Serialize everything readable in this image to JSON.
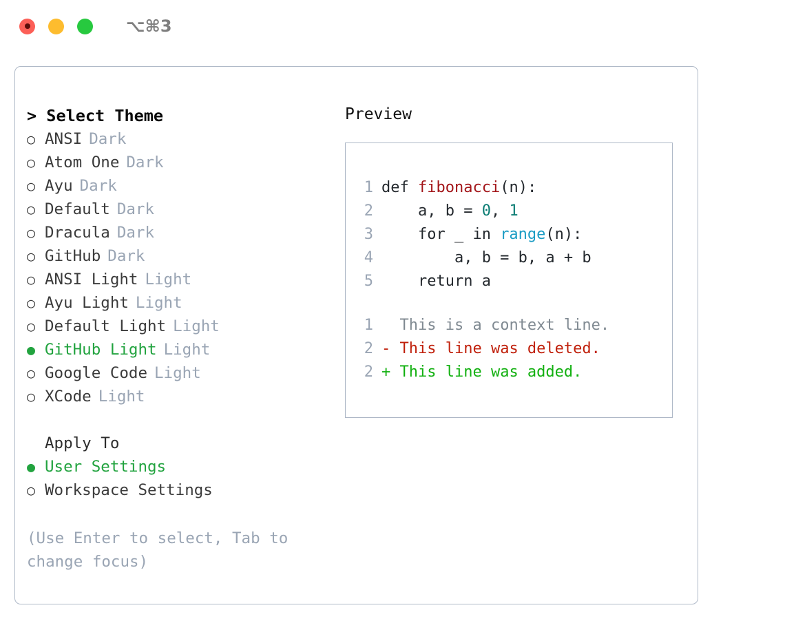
{
  "window": {
    "shortcut": "⌥⌘3",
    "traffic_lights": [
      "close-red",
      "minimize-yellow",
      "maximize-green"
    ]
  },
  "theme_list": {
    "header": "> Select Theme",
    "items": [
      {
        "bullet": "○",
        "label": "ANSI",
        "tag": "Dark",
        "selected": false
      },
      {
        "bullet": "○",
        "label": "Atom One",
        "tag": "Dark",
        "selected": false
      },
      {
        "bullet": "○",
        "label": "Ayu",
        "tag": "Dark",
        "selected": false
      },
      {
        "bullet": "○",
        "label": "Default",
        "tag": "Dark",
        "selected": false
      },
      {
        "bullet": "○",
        "label": "Dracula",
        "tag": "Dark",
        "selected": false
      },
      {
        "bullet": "○",
        "label": "GitHub",
        "tag": "Dark",
        "selected": false
      },
      {
        "bullet": "○",
        "label": "ANSI Light",
        "tag": "Light",
        "selected": false
      },
      {
        "bullet": "○",
        "label": "Ayu Light",
        "tag": "Light",
        "selected": false
      },
      {
        "bullet": "○",
        "label": "Default Light",
        "tag": "Light",
        "selected": false
      },
      {
        "bullet": "●",
        "label": "GitHub Light",
        "tag": "Light",
        "selected": true
      },
      {
        "bullet": "○",
        "label": "Google Code",
        "tag": "Light",
        "selected": false
      },
      {
        "bullet": "○",
        "label": "XCode",
        "tag": "Light",
        "selected": false
      }
    ]
  },
  "apply_to": {
    "title": "Apply To",
    "options": [
      {
        "bullet": "●",
        "label": "User Settings",
        "selected": true
      },
      {
        "bullet": "○",
        "label": "Workspace Settings",
        "selected": false
      }
    ]
  },
  "hint": "(Use Enter to select, Tab to change focus)",
  "preview": {
    "title": "Preview",
    "code_lines": [
      {
        "no": "1",
        "segments": [
          {
            "text": "def ",
            "kind": "plain"
          },
          {
            "text": "fibonacci",
            "kind": "func"
          },
          {
            "text": "(n):",
            "kind": "plain"
          }
        ]
      },
      {
        "no": "2",
        "segments": [
          {
            "text": "    a, b = ",
            "kind": "plain"
          },
          {
            "text": "0",
            "kind": "num"
          },
          {
            "text": ", ",
            "kind": "plain"
          },
          {
            "text": "1",
            "kind": "num"
          }
        ]
      },
      {
        "no": "3",
        "segments": [
          {
            "text": "    for _ in ",
            "kind": "plain"
          },
          {
            "text": "range",
            "kind": "builtin"
          },
          {
            "text": "(n):",
            "kind": "plain"
          }
        ]
      },
      {
        "no": "4",
        "segments": [
          {
            "text": "        a, b = b, a + b",
            "kind": "plain"
          }
        ]
      },
      {
        "no": "5",
        "segments": [
          {
            "text": "    return a",
            "kind": "plain"
          }
        ]
      }
    ],
    "diff_lines": [
      {
        "no": "1",
        "marker": "  ",
        "text": "This is a context line.",
        "kind": "ctx"
      },
      {
        "no": "2",
        "marker": "- ",
        "text": "This line was deleted.",
        "kind": "del"
      },
      {
        "no": "2",
        "marker": "+ ",
        "text": "This line was added.",
        "kind": "add"
      }
    ]
  },
  "colors": {
    "accent_green": "#22a33f",
    "muted": "#9aa5b4",
    "border": "#aeb8c7",
    "diff_add": "#12b010",
    "diff_del": "#c0200b",
    "func": "#a3161a",
    "num": "#0c7d74",
    "builtin": "#1b9cc4"
  }
}
